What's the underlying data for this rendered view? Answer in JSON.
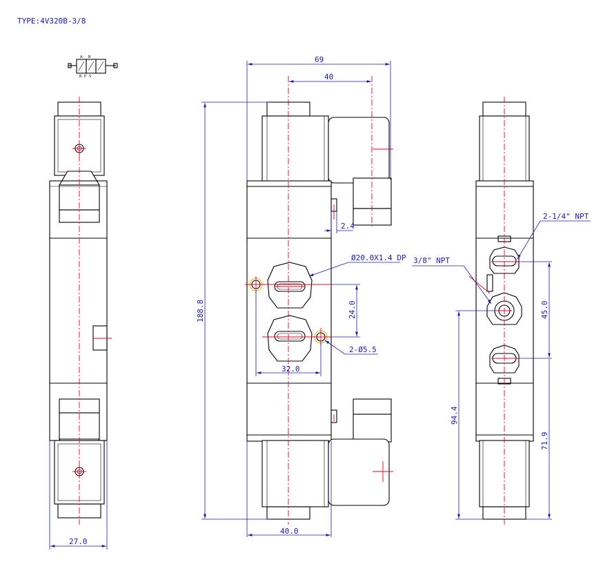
{
  "title": "TYPE:4V320B-3/8",
  "dimensions": {
    "overall_width": "69",
    "coil_spacing": "40",
    "offset_small": "2.4",
    "port_label_diameter": "Ø20.0X1.4 DP",
    "port_vertical_spacing": "24.0",
    "port_horizontal_spacing": "32.0",
    "mount_holes": "2-Ø5.5",
    "body_width_front": "40.0",
    "overall_height": "188.8",
    "side_width": "27.0",
    "exhaust_ports": "2-1/4\" NPT",
    "inlet_port": "3/8\" NPT",
    "port_spacing_side": "45.0",
    "inlet_height": "94.4",
    "lower_port_height": "71.9"
  },
  "colors": {
    "object": "#000000",
    "dimension": "#1a1aa6",
    "centerline": "#e0002a",
    "hole_marker": "#e3b400"
  }
}
